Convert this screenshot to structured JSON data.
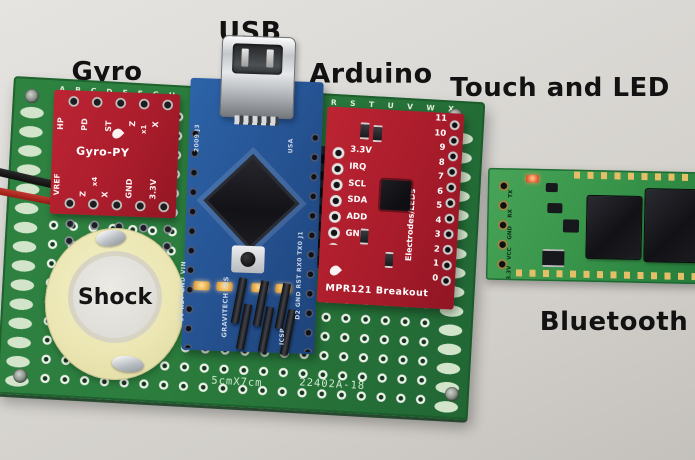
{
  "annotations": {
    "gyro": "Gyro",
    "usb": "USB",
    "arduino": "Arduino",
    "touch_led": "Touch and LED",
    "bluetooth": "Bluetooth"
  },
  "shock_sensor": {
    "label": "Shock"
  },
  "mainboard": {
    "letters_left": "ABCDEFGH",
    "letters_right": "QRSTUVWX",
    "size_label": "5cmX7cm",
    "part_number": "22402A-18"
  },
  "gyro_board": {
    "title": "Gyro-PY",
    "pins_top": [
      "HP",
      "PD",
      "ST"
    ],
    "axis_top": {
      "z": "Z",
      "mult": "x1",
      "x": "X"
    },
    "pins_bottom": [
      "VREF",
      "Z",
      "X",
      "GND",
      "3.3V"
    ],
    "mult_bottom": "x4"
  },
  "arduino_board": {
    "brand": "GRAVITECH .US",
    "icsp": "ICSP",
    "left_pins": "5V RST GND VIN",
    "right_pins": "D2 GND RST RX0 TX0 J1",
    "top_left": "2009 J3",
    "top_right": "USA"
  },
  "mpr121_board": {
    "left_pins": [
      "3.3V",
      "IRQ",
      "SCL",
      "SDA",
      "ADD",
      "GND"
    ],
    "electrode_numbers": [
      "11",
      "10",
      "9",
      "8",
      "7",
      "6",
      "5",
      "4",
      "3",
      "2",
      "1",
      "0"
    ],
    "side_label": "Electrodes/LEDs",
    "bottom_label": "MPR121 Breakout"
  },
  "bluetooth_board": {
    "pins": [
      "TX",
      "RX",
      "GND",
      "VCC",
      "3.3V"
    ]
  },
  "colors": {
    "perfboard_green": "#2f8341",
    "breakout_red": "#b32433",
    "arduino_blue": "#2c63a8",
    "bluetooth_green": "#3a9a4e",
    "annotation_black": "#121212"
  }
}
